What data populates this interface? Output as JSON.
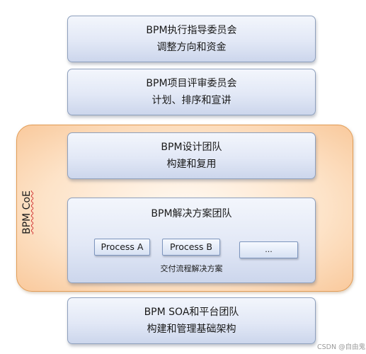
{
  "exec_committee": {
    "title": "BPM执行指导委员会",
    "subtitle": "调整方向和资金"
  },
  "review_committee": {
    "title": "BPM项目评审委员会",
    "subtitle": "计划、排序和宣讲"
  },
  "coe": {
    "label": "BPM CoE"
  },
  "design_team": {
    "title": "BPM设计团队",
    "subtitle": "构建和复用"
  },
  "solution_team": {
    "title": "BPM解决方案团队",
    "processes": [
      "Process A",
      "Process B",
      "..."
    ],
    "caption": "交付流程解决方案"
  },
  "soa_team": {
    "title": "BPM SOA和平台团队",
    "subtitle": "构建和管理基础架构"
  },
  "watermark": "CSDN @自由鬼"
}
